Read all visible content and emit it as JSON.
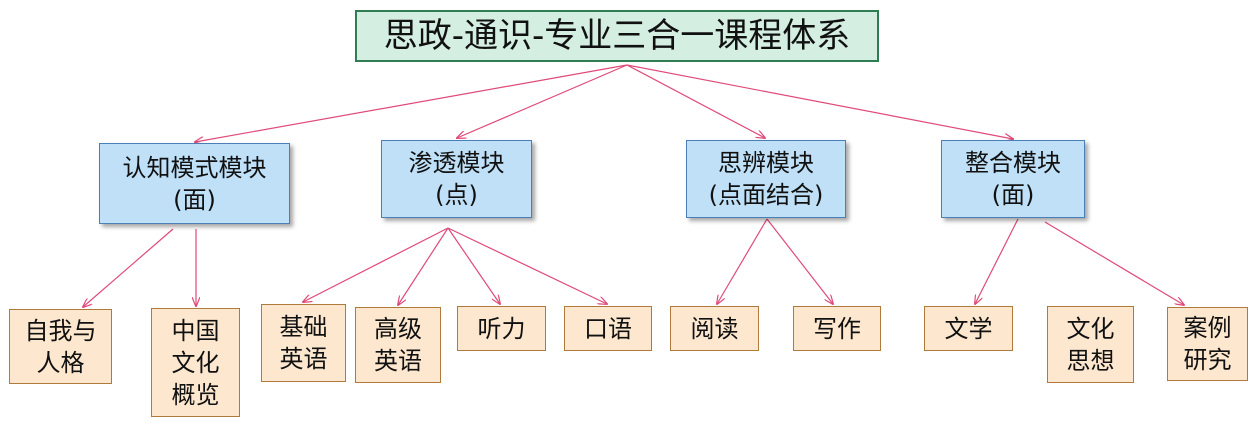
{
  "root": {
    "label": "思政-通识-专业三合一课程体系"
  },
  "modules": [
    {
      "label": "认知模式模块\n(面)"
    },
    {
      "label": "渗透模块\n(点)"
    },
    {
      "label": "思辨模块\n(点面结合)"
    },
    {
      "label": "整合模块\n(面)"
    }
  ],
  "leaves": [
    {
      "label": "自我与\n人格"
    },
    {
      "label": "中国\n文化\n概览"
    },
    {
      "label": "基础\n英语"
    },
    {
      "label": "高级\n英语"
    },
    {
      "label": "听力"
    },
    {
      "label": "口语"
    },
    {
      "label": "阅读"
    },
    {
      "label": "写作"
    },
    {
      "label": "文学"
    },
    {
      "label": "文化\n思想"
    },
    {
      "label": "案例\n研究"
    }
  ],
  "colors": {
    "edge": "#e04a78",
    "root_fill": "#d4eee2",
    "module_fill": "#bfe0f7",
    "leaf_fill": "#fde8cf"
  }
}
